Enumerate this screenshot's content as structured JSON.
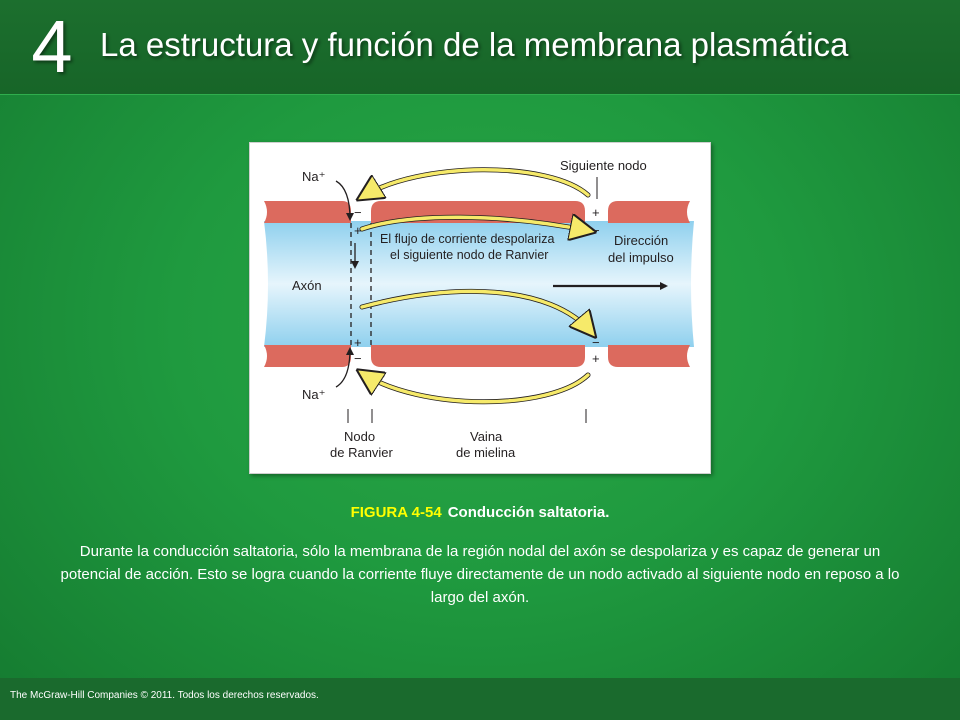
{
  "header": {
    "chapter_number": "4",
    "title": "La estructura y función de la membrana plasmática"
  },
  "figure": {
    "labels": {
      "na_top": "Na⁺",
      "na_bottom": "Na⁺",
      "next_node": "Siguiente nodo",
      "axon": "Axón",
      "current_flow_line1": "El flujo de corriente despolariza",
      "current_flow_line2": "el siguiente nodo de Ranvier",
      "direction_line1": "Dirección",
      "direction_line2": "del impulso",
      "node_line1": "Nodo",
      "node_line2": "de Ranvier",
      "sheath_line1": "Vaina",
      "sheath_line2": "de mielina",
      "minus": "−",
      "plus": "+"
    },
    "colors": {
      "myelin": "#dc6a5e",
      "axon_light": "#dff2fb",
      "axon_dark": "#8fd0ee",
      "arrow_yellow": "#f6ea6a"
    }
  },
  "caption": {
    "label": "FIGURA 4-54",
    "text": "Conducción saltatoria."
  },
  "description": "Durante la conducción saltatoria, sólo la membrana de la región nodal del axón se despolariza y es capaz de generar un potencial de acción. Esto se logra cuando la corriente fluye directamente de un nodo activado al siguiente nodo en reposo a lo largo del axón.",
  "footer": {
    "copyright": "The McGraw-Hill Companies © 2011. Todos los derechos reservados."
  }
}
